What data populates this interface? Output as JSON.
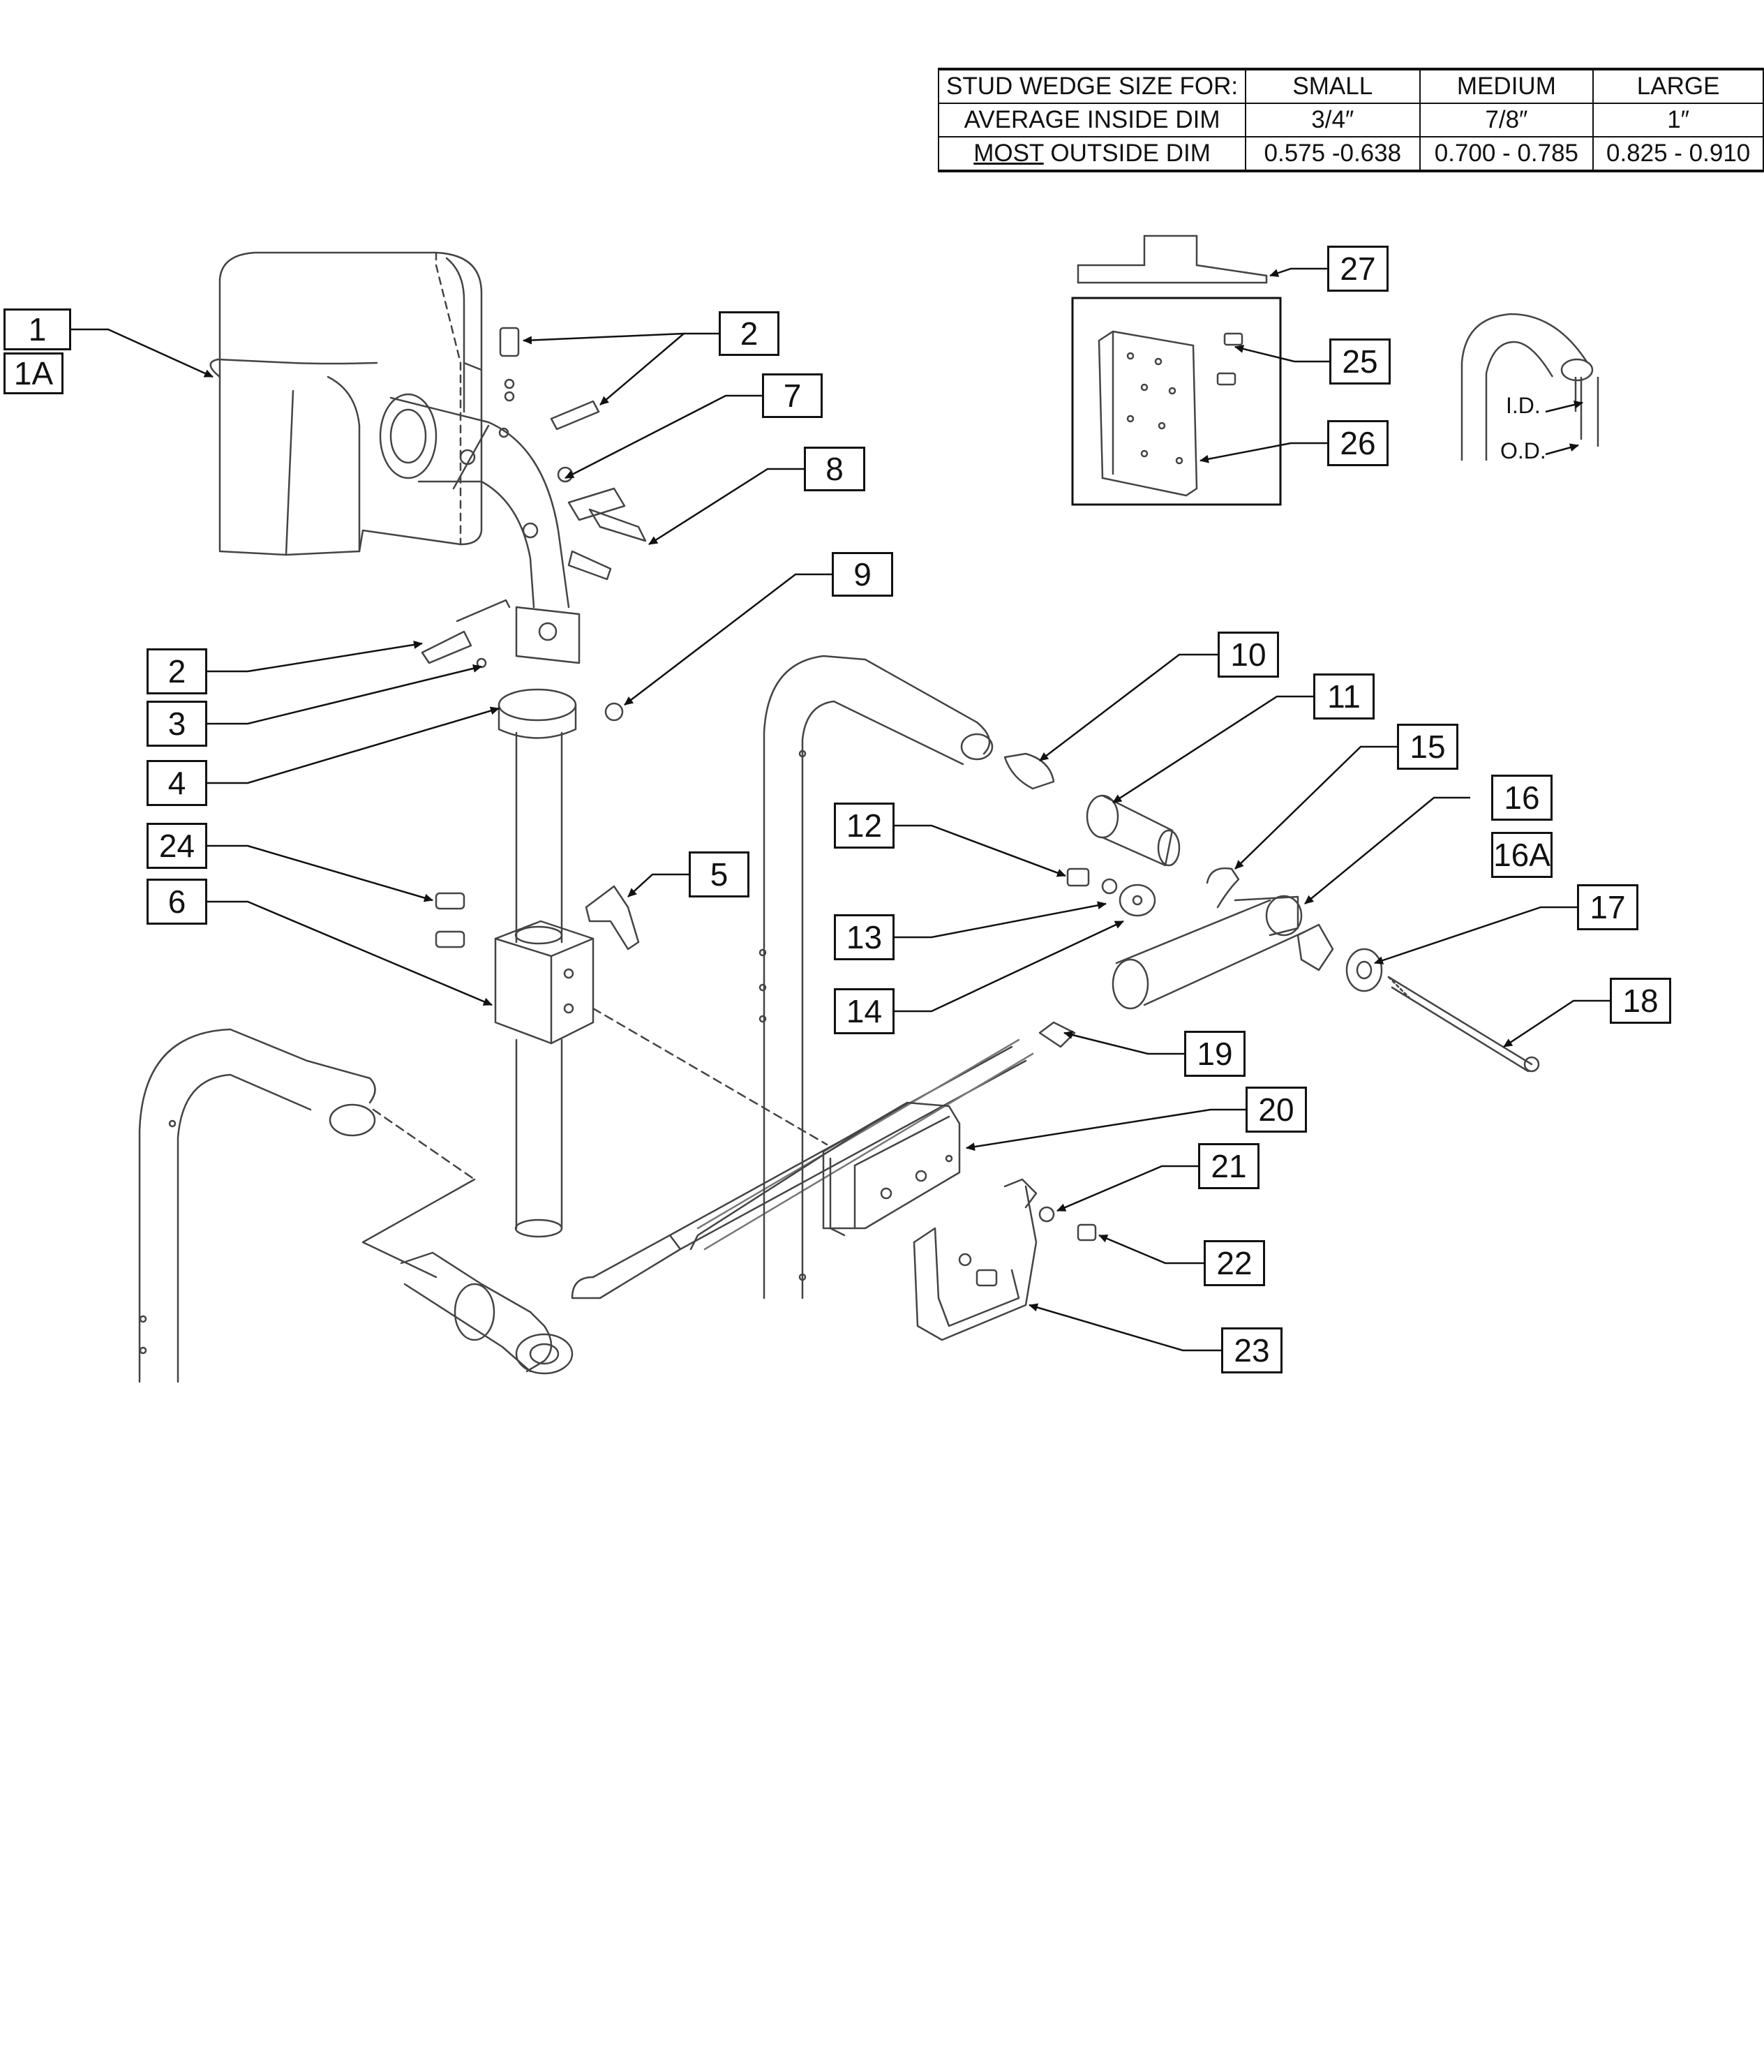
{
  "table": {
    "rows": [
      [
        "STUD WEDGE SIZE FOR:",
        "SMALL",
        "MEDIUM",
        "LARGE"
      ],
      [
        "AVERAGE INSIDE DIM",
        "3/4″",
        "7/8″",
        "1″"
      ],
      [
        "OUTSIDE DIM",
        "0.575 -0.638",
        "0.700 - 0.785",
        "0.825 - 0.910"
      ]
    ],
    "underlined_prefix": "MOST"
  },
  "callouts": [
    "1",
    "1A",
    "2",
    "7",
    "8",
    "9",
    "2",
    "3",
    "4",
    "24",
    "6",
    "5",
    "10",
    "11",
    "15",
    "16",
    "16A",
    "12",
    "13",
    "14",
    "17",
    "18",
    "19",
    "20",
    "21",
    "22",
    "23",
    "27",
    "25",
    "26"
  ],
  "dims": {
    "id_label": "I.D.",
    "od_label": "O.D."
  }
}
